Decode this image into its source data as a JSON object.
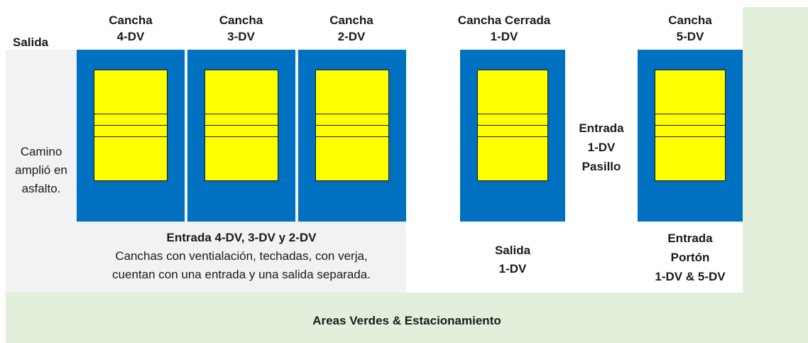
{
  "colors": {
    "court_surface": "#ffff00",
    "court_enclosure": "#0070c0",
    "green_area": "#e2efda",
    "asphalt_path": "#f2f2f2"
  },
  "labels": {
    "salida": "Salida",
    "cancha_4_l1": "Cancha",
    "cancha_4_l2": "4-DV",
    "cancha_3_l1": "Cancha",
    "cancha_3_l2": "3-DV",
    "cancha_2_l1": "Cancha",
    "cancha_2_l2": "2-DV",
    "cancha_1_l1": "Cancha Cerrada",
    "cancha_1_l2": "1-DV",
    "cancha_5_l1": "Cancha",
    "cancha_5_l2": "5-DV",
    "camino_l1": "Camino",
    "camino_l2": "amplió en",
    "camino_l3": "asfalto.",
    "entrada_pasillo_l1": "Entrada",
    "entrada_pasillo_l2": "1-DV",
    "entrada_pasillo_l3": "Pasillo",
    "entrada_main": "Entrada 4-DV, 3-DV y 2-DV",
    "desc_l1": "Canchas con ventialación, techadas, con verja,",
    "desc_l2": "cuentan con una entrada y una salida separada.",
    "salida_1_l1": "Salida",
    "salida_1_l2": "1-DV",
    "porton_l1": "Entrada",
    "porton_l2": "Portón",
    "porton_l3": "1-DV & 5-DV",
    "areas_verdes": "Areas Verdes & Estacionamiento"
  }
}
